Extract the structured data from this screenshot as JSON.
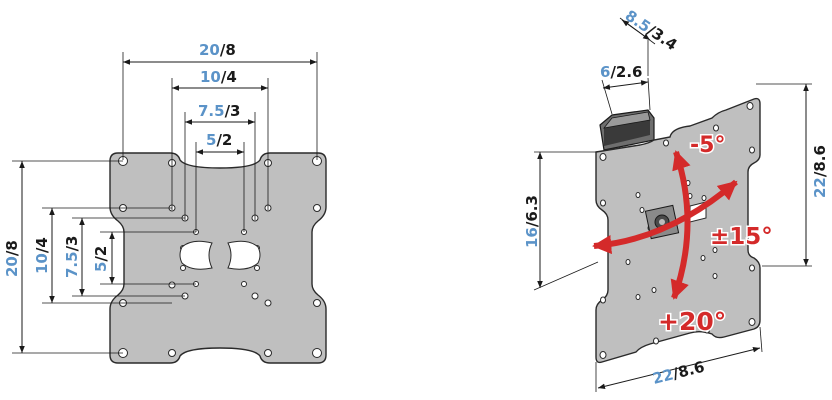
{
  "front_view": {
    "dim_20": {
      "metric": "20",
      "imperial": "/8"
    },
    "dim_10": {
      "metric": "10",
      "imperial": "/4"
    },
    "dim_75": {
      "metric": "7.5",
      "imperial": "/3"
    },
    "dim_5": {
      "metric": "5",
      "imperial": "/2"
    }
  },
  "perspective_view": {
    "depth": {
      "metric": "8.5",
      "imperial": "/3.4"
    },
    "arm": {
      "metric": "6",
      "imperial": "/2.6"
    },
    "left_h": {
      "metric": "16",
      "imperial": "/6.3"
    },
    "right_h": {
      "metric": "22",
      "imperial": "/8.6"
    },
    "bottom_w": {
      "metric": "22",
      "imperial": "/8.6"
    }
  },
  "angles": {
    "tilt_up": "-5°",
    "tilt_down": "+20°",
    "swivel": "±15°"
  },
  "colors": {
    "metric": "#5b93c8",
    "imperial": "#1a1a1a",
    "arrow": "#d42a2a",
    "plate": "#bfbfbf"
  }
}
